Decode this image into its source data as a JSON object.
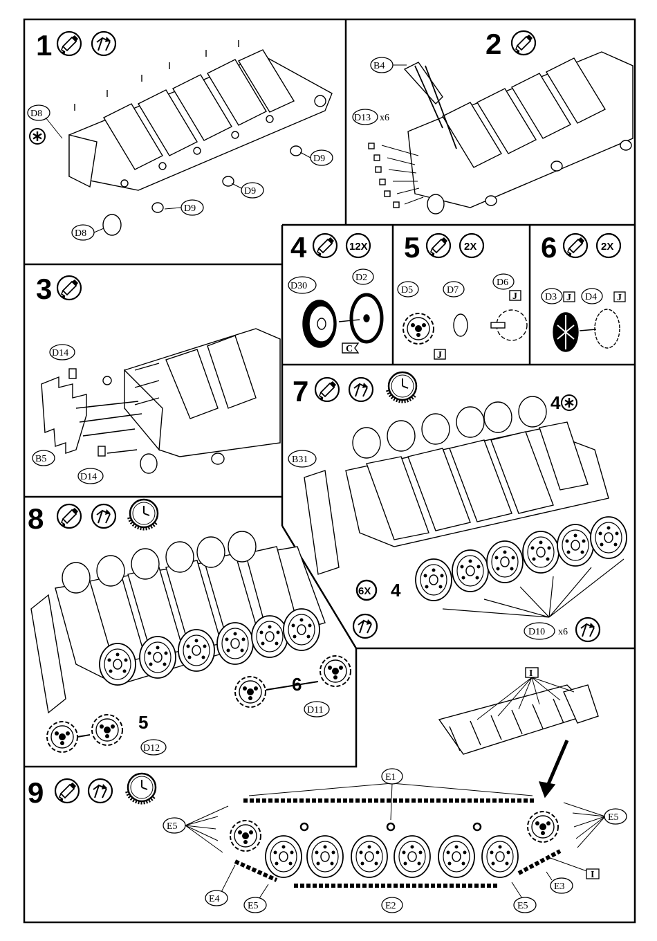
{
  "steps": [
    {
      "number": "1"
    },
    {
      "number": "2"
    },
    {
      "number": "3"
    },
    {
      "number": "4",
      "multiplier": "12X"
    },
    {
      "number": "5",
      "multiplier": "2X"
    },
    {
      "number": "6",
      "multiplier": "2X"
    },
    {
      "number": "7"
    },
    {
      "number": "8"
    },
    {
      "number": "9"
    }
  ],
  "labels": {
    "s1": [
      "D8",
      "D8",
      "D9",
      "D9",
      "D9"
    ],
    "s2": [
      "B4",
      "D13",
      "x6"
    ],
    "s3": [
      "D14",
      "D14",
      "B5"
    ],
    "s4": [
      "D30",
      "D2",
      "C"
    ],
    "s5": [
      "D5",
      "D7",
      "D6",
      "J",
      "J"
    ],
    "s6": [
      "D3",
      "D4",
      "J",
      "J"
    ],
    "s7": [
      "B31",
      "4",
      "6X",
      "4",
      "D10",
      "x6"
    ],
    "s8": [
      "5",
      "6",
      "D11",
      "D12"
    ],
    "s9": [
      "E1",
      "E5",
      "E5",
      "E4",
      "E5",
      "E2",
      "E5",
      "E3",
      "I",
      "I"
    ]
  },
  "icons": {
    "glue": "glue-tube-icon",
    "flip": "turn-over-icon",
    "clock": "drying-time-clock-icon",
    "asterisk": "do-not-glue-asterisk-icon"
  }
}
